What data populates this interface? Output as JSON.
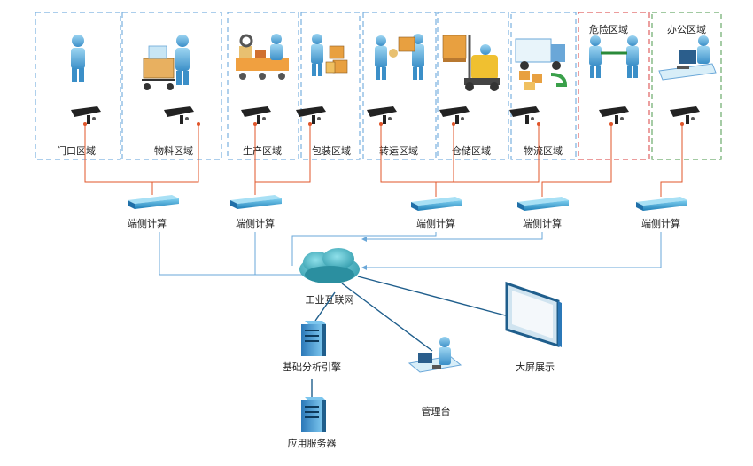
{
  "zones": [
    {
      "id": "gate",
      "label": "门口区域",
      "border": "#7ab0e0",
      "style": "dashed"
    },
    {
      "id": "material",
      "label": "物料区域",
      "border": "#7ab0e0",
      "style": "dashed"
    },
    {
      "id": "production",
      "label": "生产区域",
      "border": "#7ab0e0",
      "style": "dashed"
    },
    {
      "id": "packing",
      "label": "包装区域",
      "border": "#7ab0e0",
      "style": "dashed"
    },
    {
      "id": "transfer",
      "label": "转运区域",
      "border": "#7ab0e0",
      "style": "dashed"
    },
    {
      "id": "storage",
      "label": "仓储区域",
      "border": "#7ab0e0",
      "style": "dashed"
    },
    {
      "id": "logistics",
      "label": "物流区域",
      "border": "#7ab0e0",
      "style": "dashed"
    },
    {
      "id": "danger",
      "label": "危险区域",
      "border": "#e06060",
      "style": "dashed"
    },
    {
      "id": "office",
      "label": "办公区域",
      "border": "#6aaa6a",
      "style": "dashed"
    }
  ],
  "edge_nodes": [
    {
      "label": "端侧计算"
    },
    {
      "label": "端侧计算"
    },
    {
      "label": "端侧计算"
    },
    {
      "label": "端侧计算"
    },
    {
      "label": "端侧计算"
    }
  ],
  "network": {
    "label": "工业互联网"
  },
  "devices": {
    "analysis_engine": "基础分析引擎",
    "app_server": "应用服务器",
    "console": "管理台",
    "big_screen": "大屏展示"
  },
  "colors": {
    "camera_link": "#e0552a",
    "network_link": "#6aa7d8",
    "dark_link": "#1f5e8c",
    "cloud": "#3aa7b8"
  }
}
